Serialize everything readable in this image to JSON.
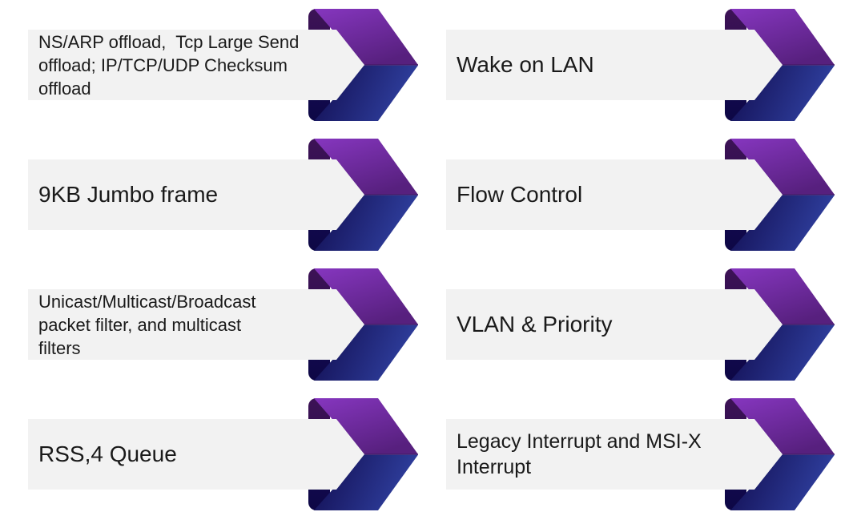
{
  "slide": {
    "background": "#ffffff",
    "columns": {
      "left": [
        {
          "label": "NS/ARP offload,  Tcp Large Send\noffload; IP/TCP/UDP Checksum\noffload"
        },
        {
          "label": "9KB Jumbo frame"
        },
        {
          "label": "Unicast/Multicast/Broadcast\npacket filter, and multicast\nfilters"
        },
        {
          "label": "RSS,4 Queue"
        }
      ],
      "right": [
        {
          "label": "Wake on LAN"
        },
        {
          "label": "Flow Control"
        },
        {
          "label": "VLAN & Priority"
        },
        {
          "label": "Legacy Interrupt and MSI-X\nInterrupt"
        }
      ]
    },
    "colors": {
      "bar_fill": "#f2f2f2",
      "text": "#1a1a1a",
      "arrow_purple_top": "#8636bf",
      "arrow_purple_tip": "#57207e",
      "arrow_blue_left": "#110c4f",
      "arrow_blue_tip": "#2f3f9e",
      "ribbon_fold_purple": "#3d1256",
      "ribbon_fold_navy": "#0d0745"
    },
    "icons": {
      "arrow": "chevron-arrow-icon"
    }
  }
}
